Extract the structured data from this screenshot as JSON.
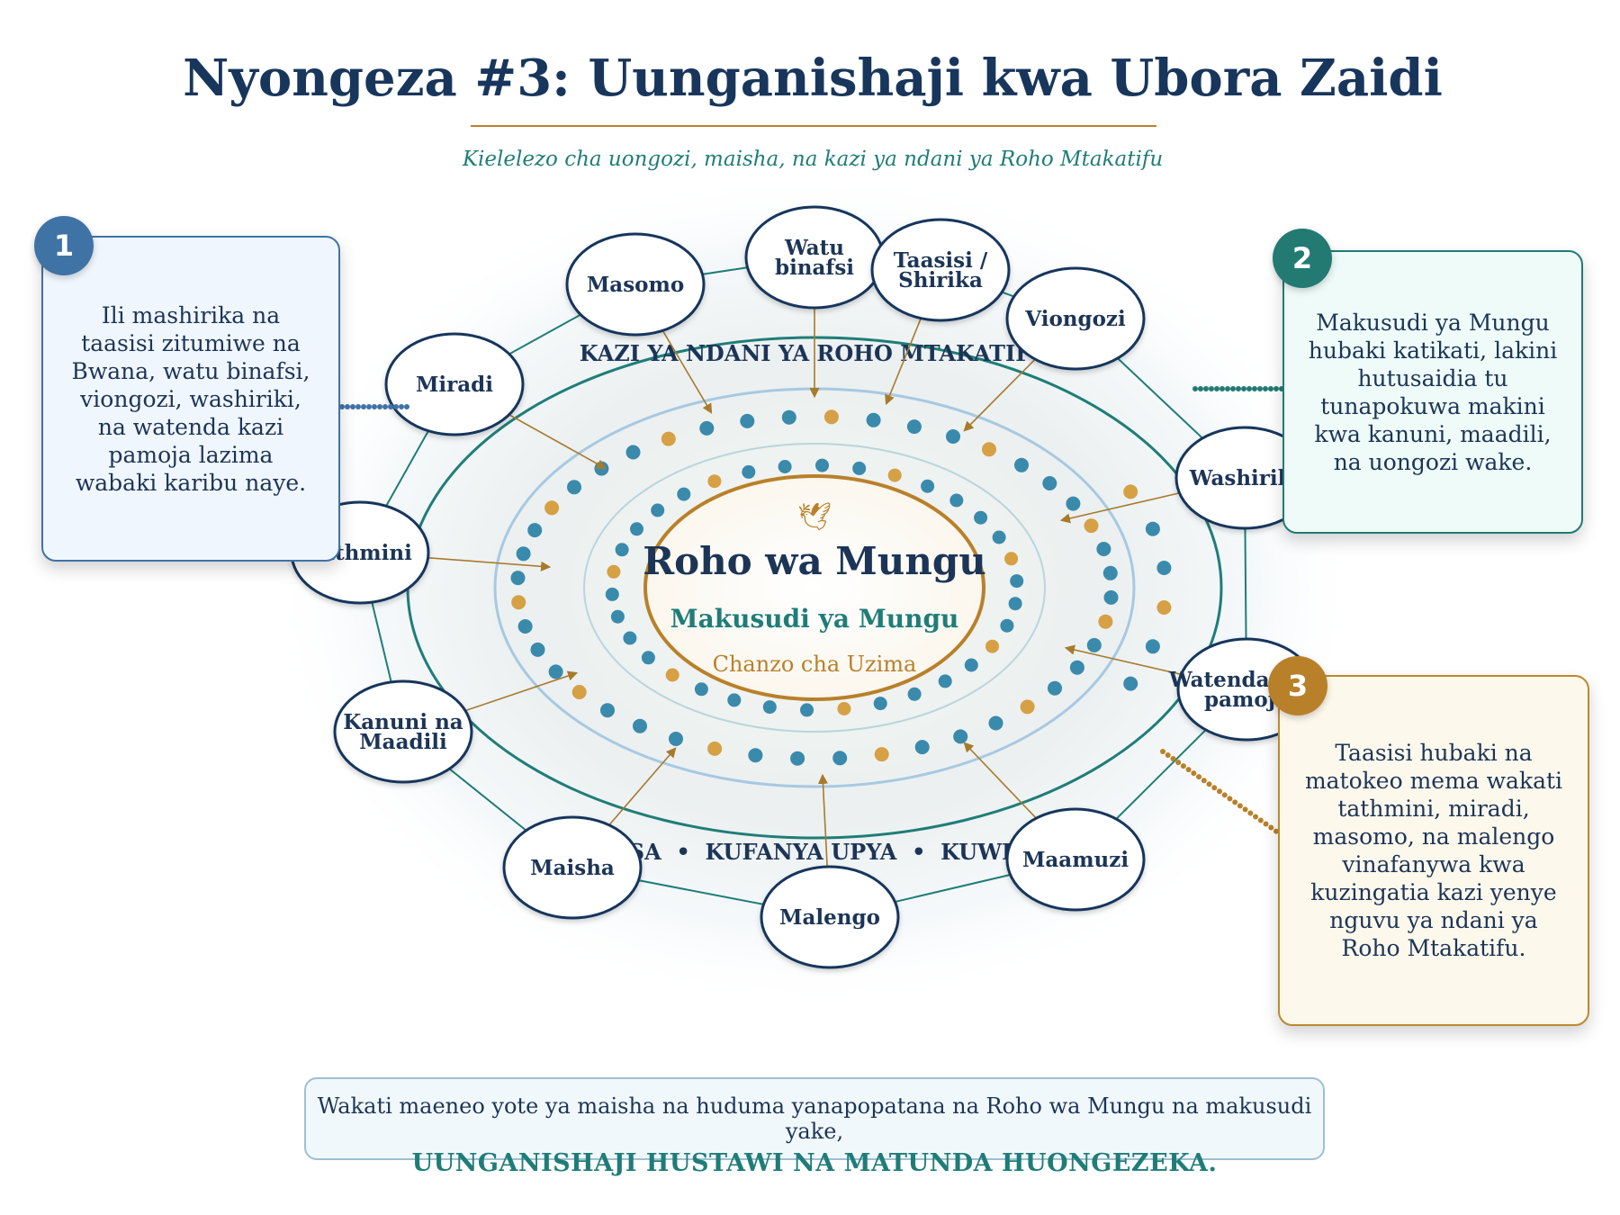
{
  "header": {
    "title": "Nyongeza #3: Uunganishaji kwa Ubora Zaidi",
    "subtitle": "Kielelezo cha uongozi, maisha, na kazi ya ndani ya Roho Mtakatifu"
  },
  "center": {
    "icon": "dove-icon",
    "title": "Roho wa Mungu",
    "subtitle": "Makusudi ya Mungu",
    "caption": "Chanzo cha Uzima"
  },
  "rings": {
    "top_label": "KAZI YA NDANI YA ROHO MTAKATIFU",
    "bottom_label": "KUTAKASA  •  KUFANYA UPYA  •  KUWEZESHA"
  },
  "nodes": [
    {
      "id": "masomo",
      "lines": [
        "Masomo"
      ]
    },
    {
      "id": "watu-binafsi",
      "lines": [
        "Watu",
        "binafsi"
      ]
    },
    {
      "id": "taasisi-shirika",
      "lines": [
        "Taasisi /",
        "Shirika"
      ]
    },
    {
      "id": "viongozi",
      "lines": [
        "Viongozi"
      ]
    },
    {
      "id": "miradi",
      "lines": [
        "Miradi"
      ]
    },
    {
      "id": "washiriki",
      "lines": [
        "Washiriki"
      ]
    },
    {
      "id": "tathmini",
      "lines": [
        "Tathmini"
      ]
    },
    {
      "id": "watenda-kazi-pamoja",
      "lines": [
        "Watenda kazi",
        "pamoja"
      ]
    },
    {
      "id": "kanuni-na-maadili",
      "lines": [
        "Kanuni na",
        "Maadili"
      ]
    },
    {
      "id": "maisha",
      "lines": [
        "Maisha"
      ]
    },
    {
      "id": "malengo",
      "lines": [
        "Malengo"
      ]
    },
    {
      "id": "maamuzi",
      "lines": [
        "Maamuzi"
      ]
    }
  ],
  "callouts": [
    {
      "number": "1",
      "text": "Ili mashirika na taasisi zitumiwe na Bwana, watu binafsi, viongozi, washiriki, na watenda kazi pamoja lazima wabaki karibu naye."
    },
    {
      "number": "2",
      "text": "Makusudi ya Mungu hubaki katikati, lakini hutusaidia tu tunapokuwa makini kwa kanuni, maadili, na uongozi wake."
    },
    {
      "number": "3",
      "text": "Taasisi hubaki na matokeo mema wakati tathmini, miradi, masomo, na malengo vinafanywa kwa kuzingatia kazi yenye nguvu ya ndani ya Roho Mtakatifu."
    }
  ],
  "footer": {
    "line1": "Wakati maeneo yote ya maisha na huduma yanapopatana na Roho wa Mungu na makusudi yake,",
    "line2": "UUNGANISHAJI HUSTAWI NA MATUNDA HUONGEZEKA."
  },
  "colors": {
    "navy": "#1c3557",
    "teal": "#1f7d78",
    "gold": "#b9802a",
    "dot_blue": "#3a8aac",
    "dot_gold": "#d6a045",
    "light_blue": "#a7c9e2"
  }
}
